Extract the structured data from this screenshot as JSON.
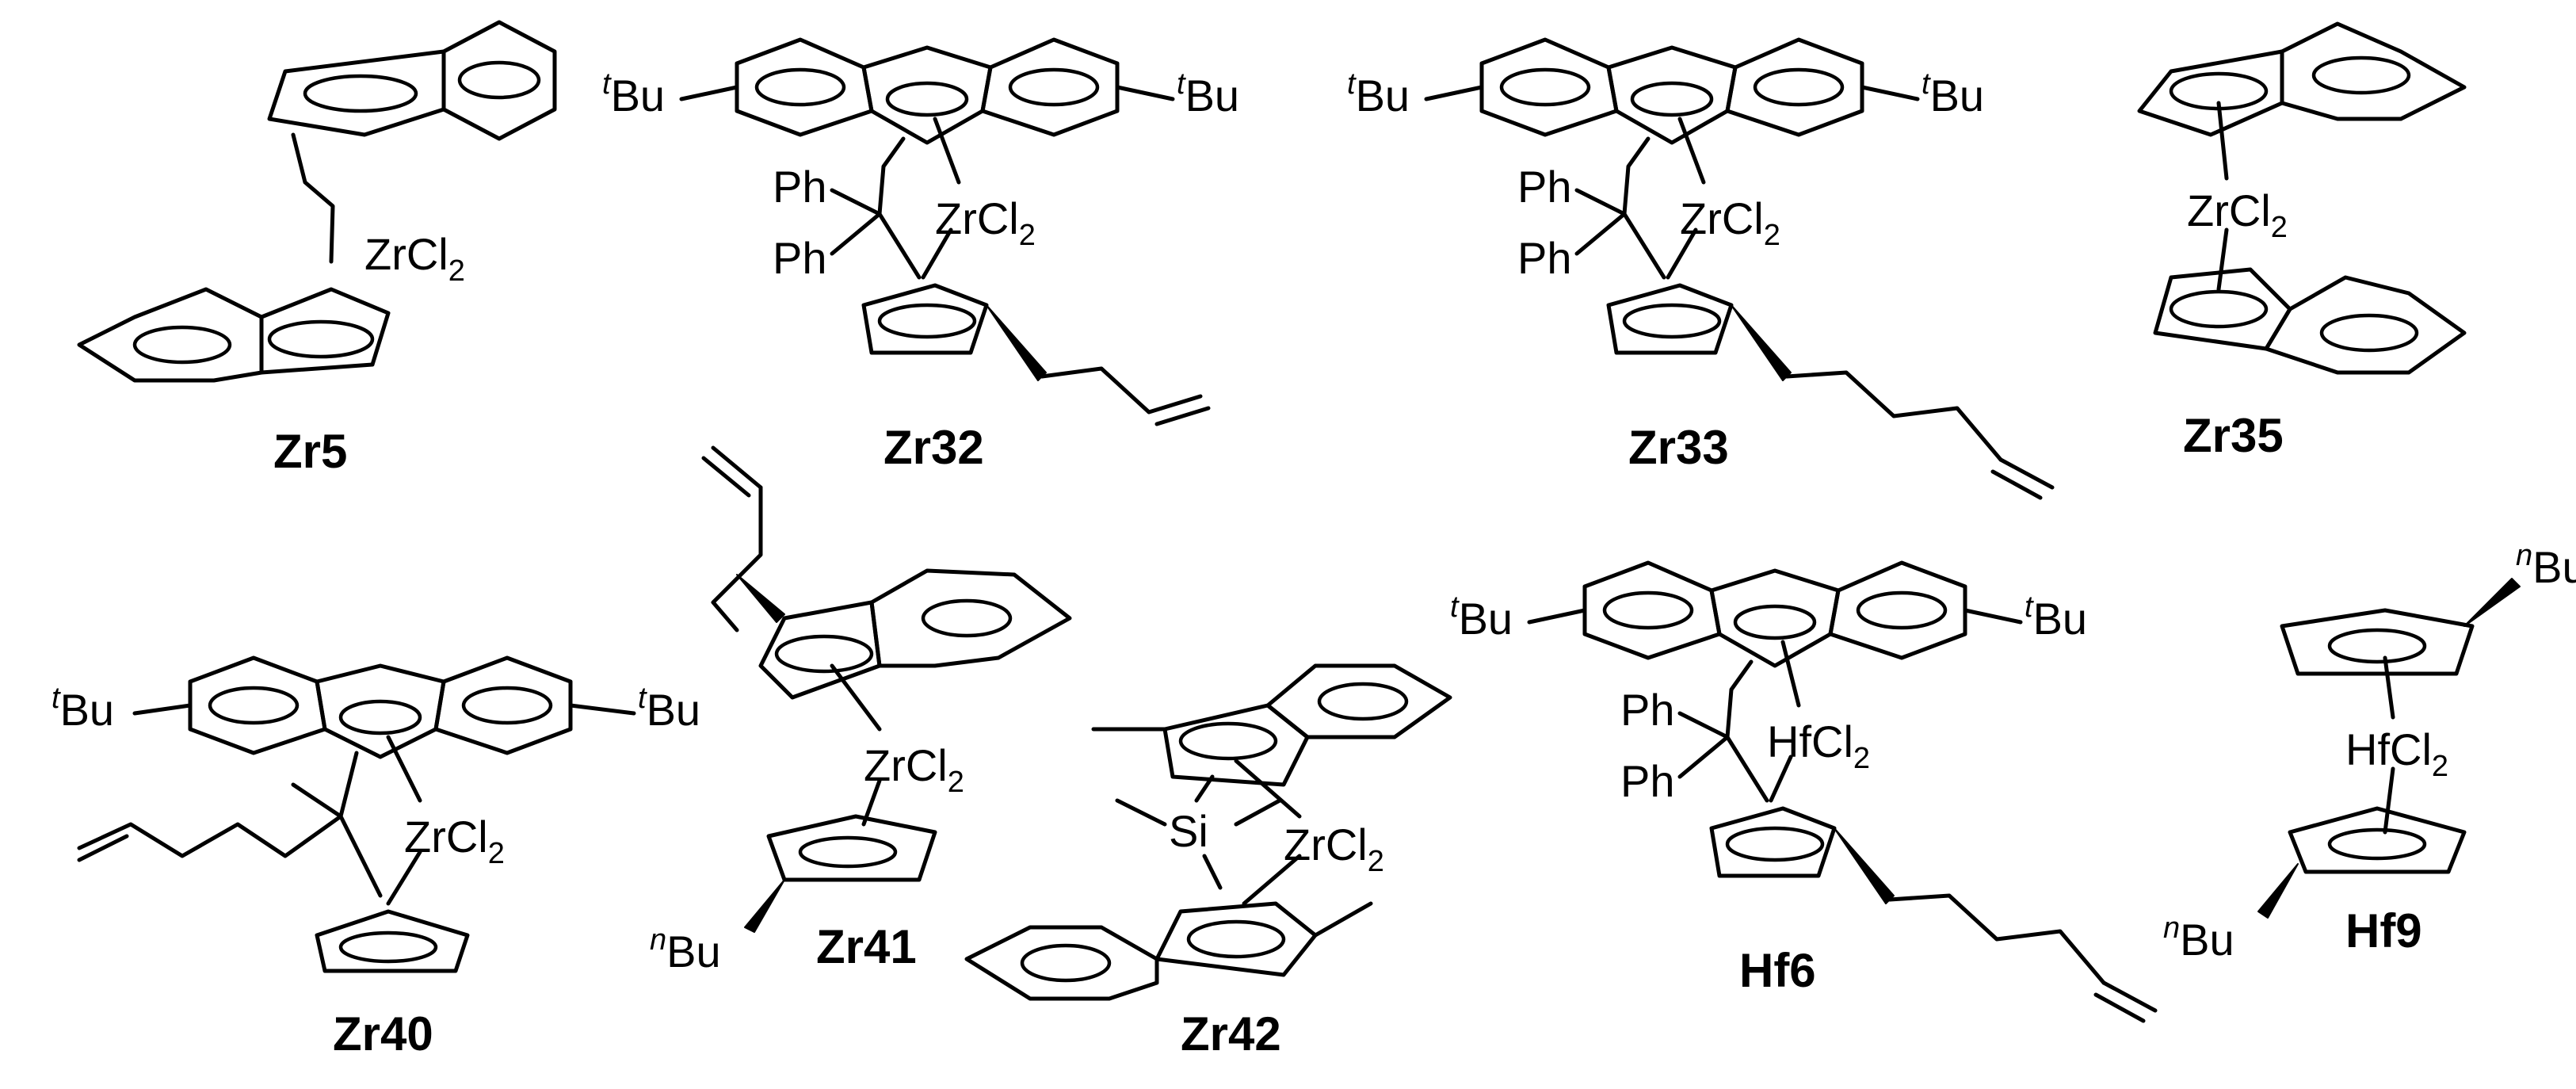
{
  "compounds": [
    {
      "id": "Zr5",
      "label": "Zr5",
      "metal": "ZrCl",
      "sub": "2"
    },
    {
      "id": "Zr32",
      "label": "Zr32",
      "metal": "ZrCl",
      "sub": "2"
    },
    {
      "id": "Zr33",
      "label": "Zr33",
      "metal": "ZrCl",
      "sub": "2"
    },
    {
      "id": "Zr35",
      "label": "Zr35",
      "metal": "ZrCl",
      "sub": "2"
    },
    {
      "id": "Zr40",
      "label": "Zr40",
      "metal": "ZrCl",
      "sub": "2"
    },
    {
      "id": "Zr41",
      "label": "Zr41",
      "metal": "ZrCl",
      "sub": "2"
    },
    {
      "id": "Zr42",
      "label": "Zr42",
      "metal": "ZrCl",
      "sub": "2"
    },
    {
      "id": "Hf6",
      "label": "Hf6",
      "metal": "HfCl",
      "sub": "2"
    },
    {
      "id": "Hf9",
      "label": "Hf9",
      "metal": "HfCl",
      "sub": "2"
    }
  ],
  "groups": {
    "tBu": {
      "sup": "t",
      "text": "Bu"
    },
    "nBu": {
      "sup": "n",
      "text": "Bu"
    },
    "Ph": "Ph",
    "Si": "Si"
  }
}
